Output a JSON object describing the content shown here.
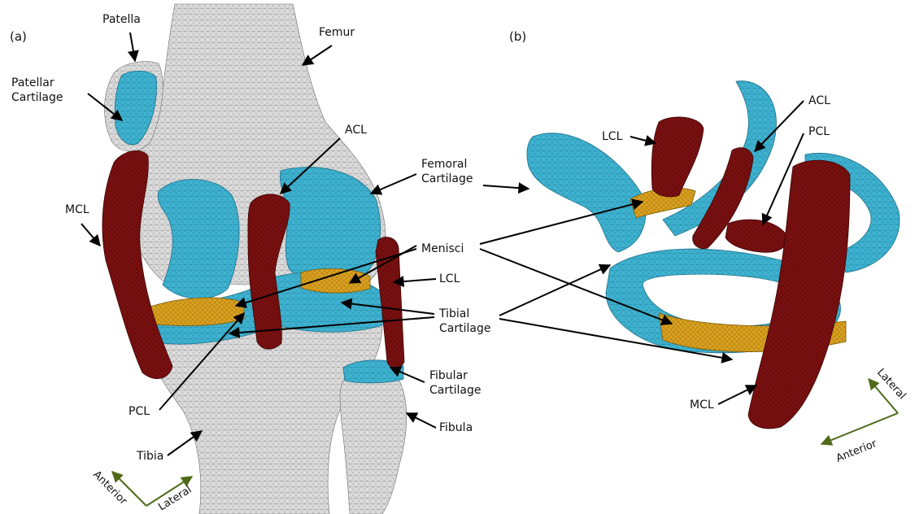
{
  "panels": {
    "a": {
      "tag": "(a)"
    },
    "b": {
      "tag": "(b)"
    }
  },
  "labels_a": {
    "patella": "Patella",
    "patellar_cartilage_1": "Patellar",
    "patellar_cartilage_2": "Cartilage",
    "femur": "Femur",
    "acl": "ACL",
    "mcl": "MCL",
    "femoral_cartilage_1": "Femoral",
    "femoral_cartilage_2": "Cartilage",
    "menisci": "Menisci",
    "lcl": "LCL",
    "tibial_cartilage_1": "Tibial",
    "tibial_cartilage_2": "Cartilage",
    "fibular_cartilage_1": "Fibular",
    "fibular_cartilage_2": "Cartilage",
    "fibula": "Fibula",
    "pcl": "PCL",
    "tibia": "Tibia"
  },
  "labels_b": {
    "lcl": "LCL",
    "acl": "ACL",
    "pcl": "PCL",
    "mcl": "MCL"
  },
  "orientation_a": {
    "anterior": "Anterior",
    "lateral": "Lateral"
  },
  "orientation_b": {
    "lateral": "Lateral",
    "anterior": "Anterior"
  },
  "colors": {
    "bone": "#d9d9d9",
    "cartilage": "#3fb3d1",
    "ligament": "#7a1010",
    "meniscus": "#d9a020",
    "axis": "#4f6a1a"
  }
}
